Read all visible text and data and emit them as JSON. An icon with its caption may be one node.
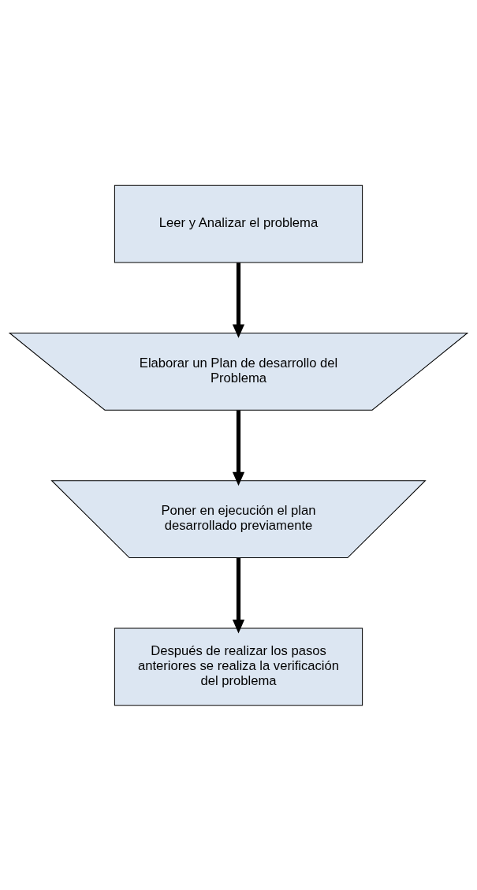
{
  "diagram": {
    "nodes": [
      {
        "text": [
          "Leer y Analizar el problema"
        ]
      },
      {
        "text": [
          "Elaborar un Plan de desarrollo del Problema"
        ]
      },
      {
        "text": [
          "Poner en ejecución el plan desarrollado previamente"
        ]
      },
      {
        "text": [
          "Después de realizar los pasos anteriores se realiza la verificación del problema"
        ]
      }
    ],
    "edges": [
      {
        "from": 0,
        "to": 1,
        "arrow": "to"
      },
      {
        "from": 1,
        "to": 2,
        "arrow": "to"
      },
      {
        "from": 2,
        "to": 3,
        "arrow": "to"
      }
    ]
  }
}
